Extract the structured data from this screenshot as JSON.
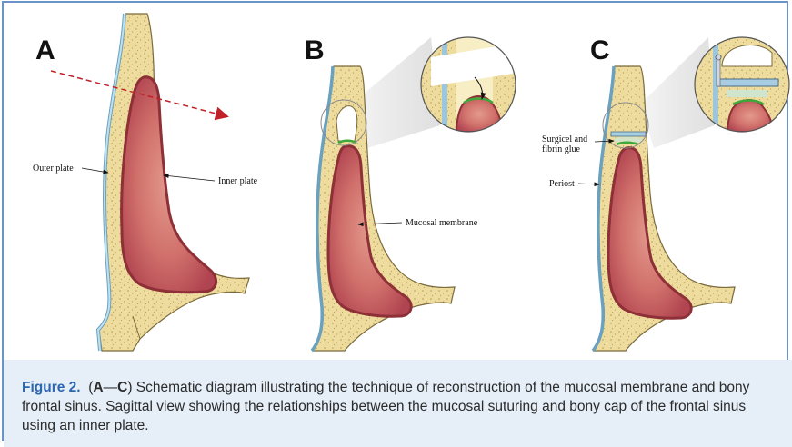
{
  "panels": {
    "a": "A",
    "b": "B",
    "c": "C"
  },
  "labels": {
    "outer_plate": "Outer plate",
    "inner_plate": "Inner plate",
    "mucosal_membrane": "Mucosal membrane",
    "surgicel_line1": "Surgicel and",
    "surgicel_line2": "fibrin glue",
    "periost": "Periost"
  },
  "caption": {
    "figure_label": "Figure 2.",
    "open_paren": "(",
    "range_start": "A",
    "range_dash": "—",
    "range_end": "C",
    "close_paren": ")",
    "text": " Schematic diagram illustrating the technique of reconstruction of the mucosal membrane and bony frontal sinus. Sagittal view showing the relationships between the mucosal suturing and bony cap of the frontal sinus using an inner plate."
  },
  "colors": {
    "frame": "#6b93c8",
    "caption_bg": "#e6eef8",
    "figure_label": "#2b67b1",
    "bone": "#eedc9e",
    "bone_outline": "#7a6a3c",
    "mucosa": "#b24a52",
    "mucosa_inner": "#d98279",
    "periosteum": "#9cc6dc",
    "suture": "#3ea83a",
    "plate": "#a8cde3",
    "arrow_dashed": "#c0222a"
  }
}
